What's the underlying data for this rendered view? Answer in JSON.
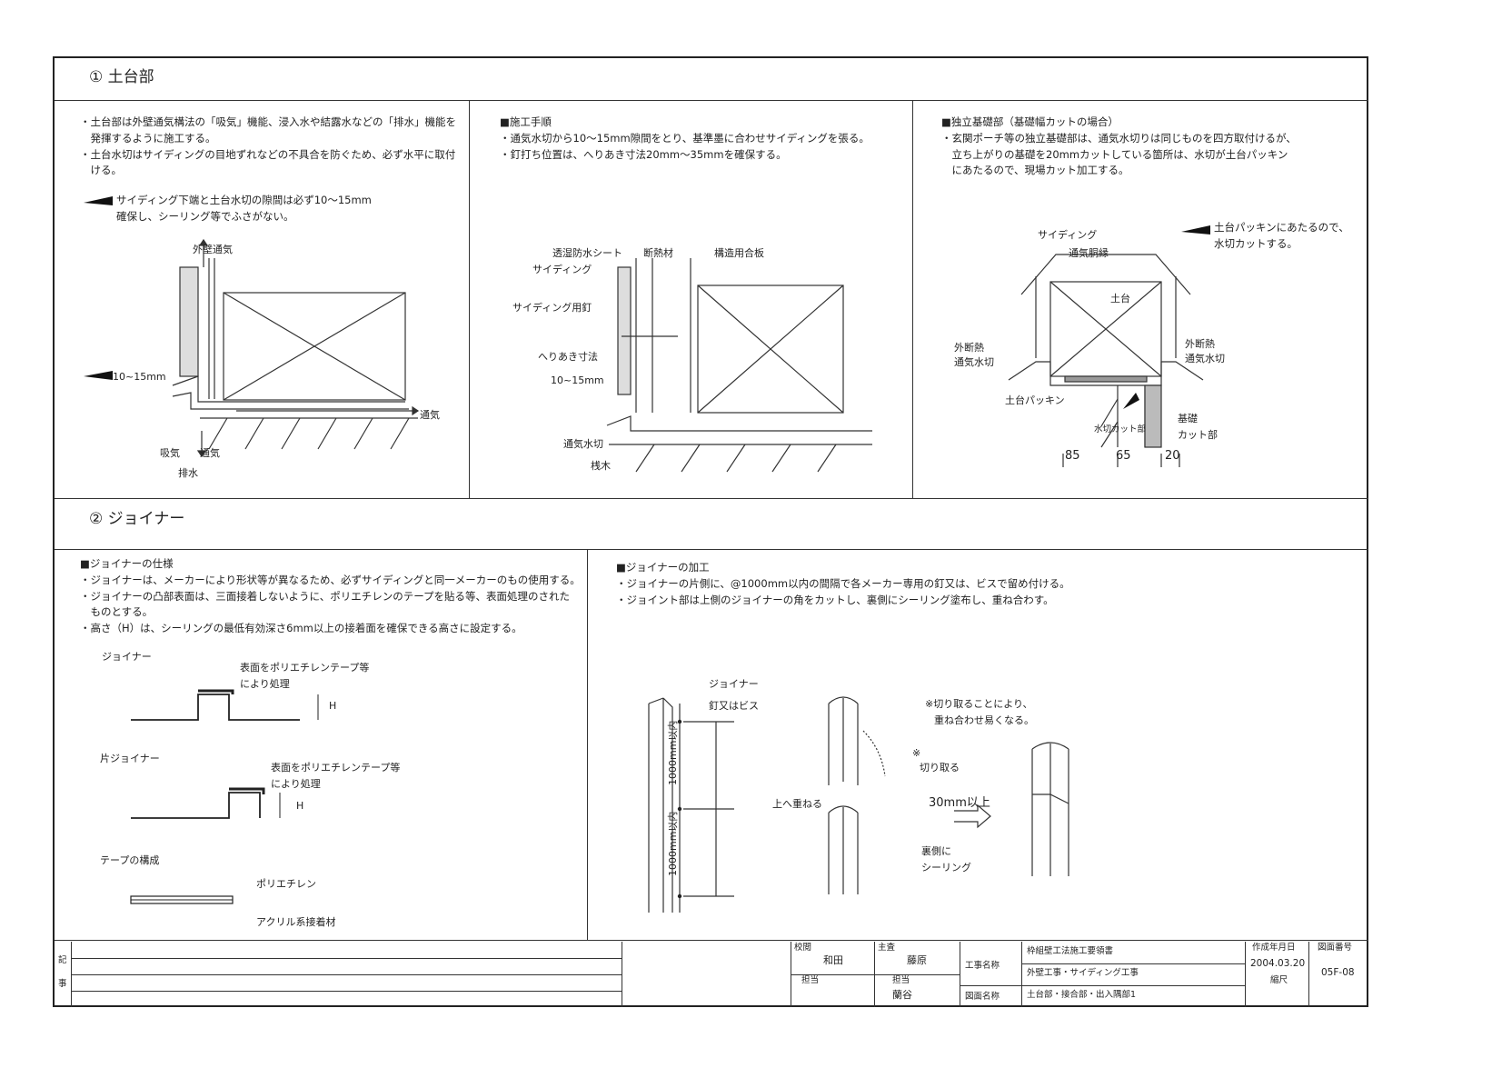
{
  "sections": {
    "s1": {
      "num": "①",
      "title": "土台部"
    },
    "s2": {
      "num": "②",
      "title": "ジョイナー"
    }
  },
  "s1": {
    "col1": {
      "bullets": [
        "・土台部は外壁通気構法の「吸気」機能、浸入水や結露水などの「排水」機能を",
        "　発揮するように施工する。",
        "・土台水切はサイディングの目地ずれなどの不具合を防ぐため、必ず水平に取付",
        "　ける。"
      ],
      "note": [
        "サイディング下端と土台水切の隙間は必ず10～15mm",
        "確保し、シーリング等でふさがない。"
      ],
      "labels": {
        "wall_vent": "外壁通気",
        "gap": "10~15mm",
        "vent": "通気",
        "intake": "吸気",
        "vent2": "通気",
        "drain": "排水"
      }
    },
    "col2": {
      "heading": "■施工手順",
      "bullets": [
        "・通気水切から10～15mm隙間をとり、基準墨に合わせサイディングを張る。",
        "・釘打ち位置は、へりあき寸法20mm～35mmを確保する。"
      ],
      "labels": {
        "sheet": "透湿防水シート",
        "insul": "断熱材",
        "plywood": "構造用合板",
        "siding": "サイディング",
        "nail": "サイディング用釘",
        "edge": "へりあき寸法",
        "gap": "10~15mm",
        "drip": "通気水切",
        "batten": "桟木"
      }
    },
    "col3": {
      "heading": "■独立基礎部（基礎幅カットの場合）",
      "bullets": [
        "・玄関ポーチ等の独立基礎部は、通気水切りは同じものを四方取付けるが、",
        "　立ち上がりの基礎を20mmカットしている箇所は、水切が土台パッキン",
        "　にあたるので、現場カット加工する。"
      ],
      "note": [
        "土台パッキンにあたるので、",
        "水切カットする。"
      ],
      "labels": {
        "siding": "サイディング",
        "batten": "通気胴縁",
        "sill": "土台",
        "ext_insul_l": "外断熱",
        "drip_l": "通気水切",
        "ext_insul_r": "外断熱",
        "drip_r": "通気水切",
        "packing": "土台パッキン",
        "cut": "水切カット部",
        "base": "基礎",
        "base_cut": "カット部",
        "d1": "85",
        "d2": "65",
        "d3": "20"
      }
    }
  },
  "s2": {
    "col1": {
      "heading": "■ジョイナーの仕様",
      "bullets": [
        "・ジョイナーは、メーカーにより形状等が異なるため、必ずサイディングと同一メーカーのもの使用する。",
        "・ジョイナーの凸部表面は、三面接着しないように、ポリエチレンのテープを貼る等、表面処理のされた",
        "　ものとする。",
        "・高さ（H）は、シーリングの最低有効深さ6mm以上の接着面を確保できる高さに設定する。"
      ],
      "labels": {
        "joiner": "ジョイナー",
        "treat1a": "表面をポリエチレンテープ等",
        "treat1b": "により処理",
        "h1": "H",
        "half": "片ジョイナー",
        "treat2a": "表面をポリエチレンテープ等",
        "treat2b": "により処理",
        "h2": "H",
        "tape": "テープの構成",
        "pe": "ポリエチレン",
        "acryl": "アクリル系接着材"
      }
    },
    "col2": {
      "heading": "■ジョイナーの加工",
      "bullets": [
        "・ジョイナーの片側に、@1000mm以内の間隔で各メーカー専用の釘又は、ビスで留め付ける。",
        "・ジョイント部は上側のジョイナーの角をカットし、裏側にシーリング塗布し、重ね合わす。"
      ],
      "labels": {
        "joiner": "ジョイナー",
        "nail": "釘又はビス",
        "dim1": "1000mm以内",
        "dim2": "1000mm以内",
        "note1": "※切り取ることにより、",
        "note2": "重ね合わせ易くなる。",
        "mark": "※",
        "cut": "切り取る",
        "overlap": "上へ重ねる",
        "min": "30mm以上",
        "back1": "裏側に",
        "back2": "シーリング"
      }
    }
  },
  "titleblock": {
    "remarks_a": "記",
    "remarks_b": "事",
    "checked_label": "校閲",
    "checked": "和田",
    "chief_label": "主査",
    "chief": "藤原",
    "charge_label": "担当",
    "charge_l": "",
    "charge2_label": "担当",
    "charge2": "蘭谷",
    "work_label": "工事名称",
    "doc": "枠組壁工法施工要領書",
    "work": "外壁工事・サイディング工事",
    "drawing_label": "図面名称",
    "drawing": "土台部・接合部・出入隅部1",
    "date_label": "作成年月日",
    "date": "2004.03.20",
    "scale_label": "縮尺",
    "no_label": "図面番号",
    "no": "05F-08"
  }
}
